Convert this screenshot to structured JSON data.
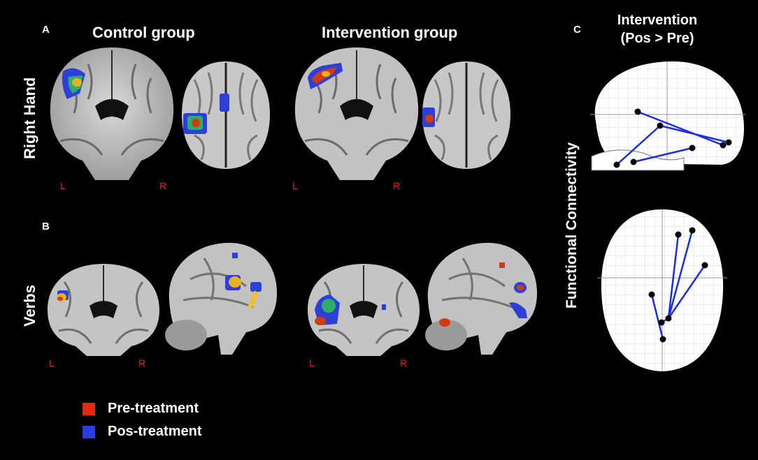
{
  "panels": {
    "a": {
      "letter": "A",
      "control_title": "Control group",
      "intervention_title": "Intervention group",
      "row_label": "Right Hand"
    },
    "b": {
      "letter": "B",
      "row_label": "Verbs"
    },
    "c": {
      "letter": "C",
      "title_line1": "Intervention",
      "title_line2": "(Pos > Pre)",
      "side_label": "Functional Connectivity"
    }
  },
  "orientation": {
    "left": "L",
    "right": "R"
  },
  "legend": [
    {
      "label": "Pre-treatment",
      "color": "#e02a14"
    },
    {
      "label": "Pos-treatment",
      "color": "#2a3ee0"
    }
  ],
  "colors": {
    "background": "#000000",
    "connection_line": "#1a2ee0",
    "orientation_text": "#e02020"
  }
}
